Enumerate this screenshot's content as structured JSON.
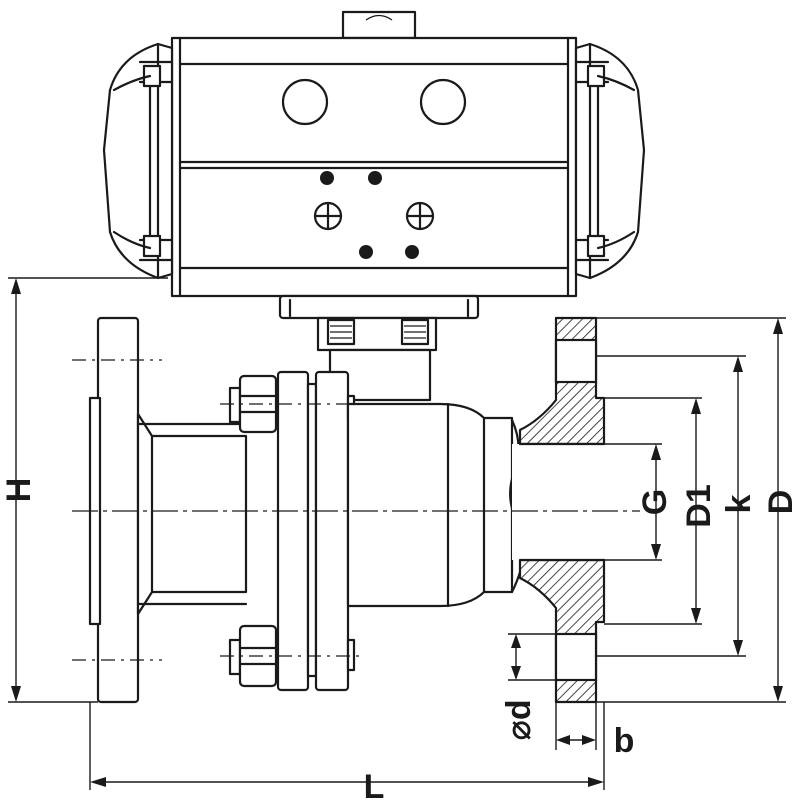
{
  "labels": {
    "H": "H",
    "L": "L",
    "G": "G",
    "D1": "D1",
    "k": "k",
    "D": "D",
    "d": "⌀d",
    "b": "b"
  }
}
